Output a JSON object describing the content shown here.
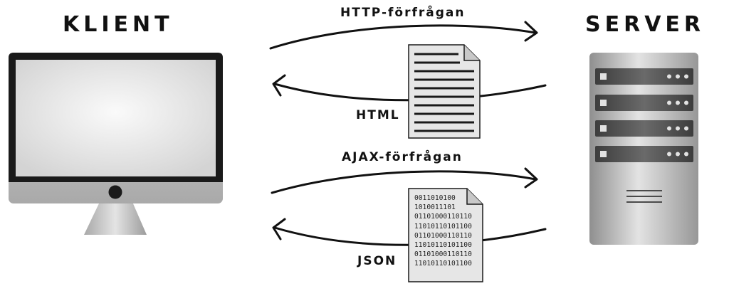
{
  "client": {
    "title": "KLIENT"
  },
  "server": {
    "title": "SERVER"
  },
  "flows": {
    "http_request": "HTTP-förfrågan",
    "html_response": "HTML",
    "ajax_request": "AJAX-förfrågan",
    "json_response": "JSON"
  },
  "json_document": {
    "lines": [
      "0011010100",
      "1010011101",
      "01101000110110",
      "11010110101100",
      "01101000110110",
      "11010110101100",
      "01101000110110",
      "11010110101100"
    ]
  },
  "colors": {
    "text": "#111111",
    "monitor_frame": "#1a1a1a",
    "server_body": "#b8b8b8",
    "drive_bay": "#555555"
  }
}
